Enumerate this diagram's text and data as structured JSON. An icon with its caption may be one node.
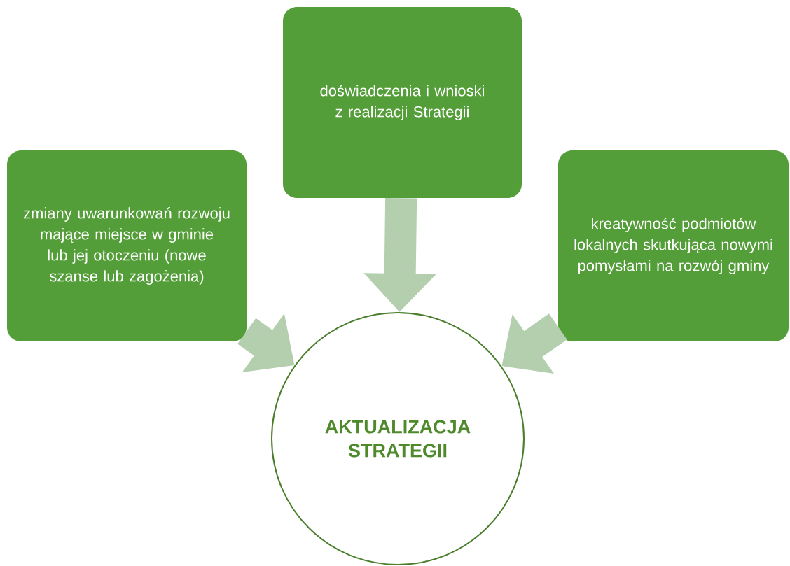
{
  "diagram": {
    "nodes": [
      {
        "text": [
          "zmiany uwarunkowań rozwoju mające miejsce w gminie lub jej otoczeniu (nowe szanse lub zagożenia)"
        ]
      },
      {
        "text": [
          "doświadczenia i wnioski z realizacji Strategii"
        ]
      },
      {
        "text": [
          "kreatywność podmiotów lokalnych skutkująca nowymi pomysłami na rozwój gminy"
        ]
      },
      {
        "text": [
          "AKTUALIZACJA STRATEGII"
        ]
      }
    ],
    "edges": [
      {
        "from": 0,
        "to": 3,
        "arrow": "to"
      },
      {
        "from": 1,
        "to": 3,
        "arrow": "to"
      },
      {
        "from": 2,
        "to": 3,
        "arrow": "to"
      }
    ]
  }
}
